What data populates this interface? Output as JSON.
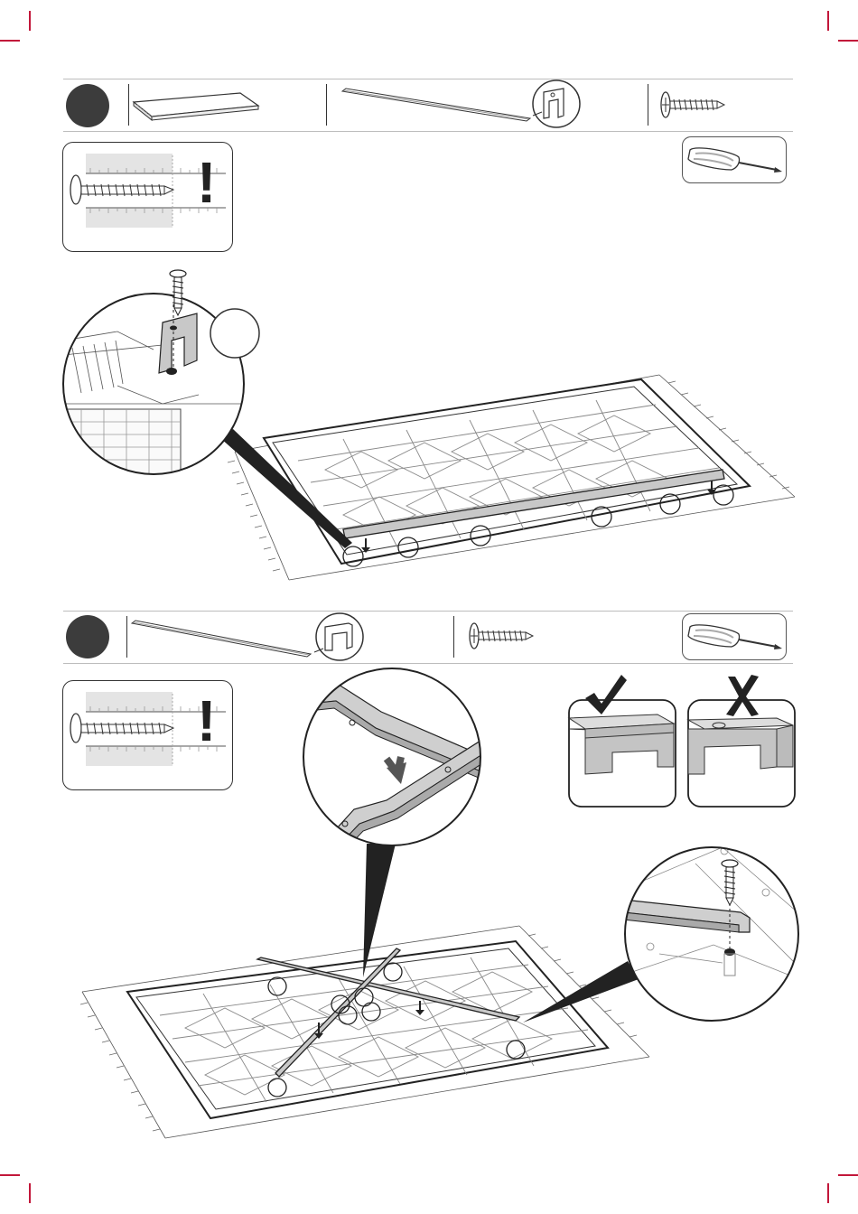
{
  "page": {
    "accent_color": "#c2173a",
    "step_marker_color": "#3c3c3c",
    "panel_fill_color": "#b8b8b8"
  },
  "step1": {
    "parts": [
      "panel-icon",
      "rail-icon",
      "rail-profile-icon",
      "screw-icon"
    ],
    "tool": "screwdriver-icon",
    "warning": "!",
    "detail_views": [
      "bracket-screw-detail",
      "empty-detail-circle"
    ]
  },
  "step2": {
    "parts": [
      "rail-icon",
      "rail-profile-icon",
      "screw-icon"
    ],
    "tool": "screwdriver-icon",
    "warning": "!",
    "orientation_marks": [
      "correct-checkmark-icon",
      "incorrect-cross-icon"
    ],
    "detail_views": [
      "rail-crossing-detail",
      "rail-screw-detail"
    ]
  }
}
